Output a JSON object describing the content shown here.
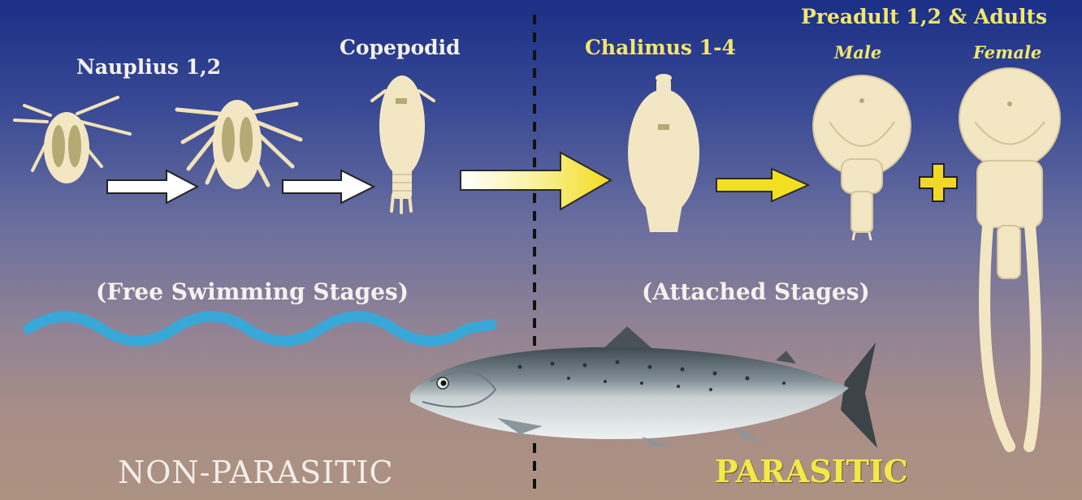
{
  "labels": {
    "nauplius": "Nauplius 1,2",
    "copepodid": "Copepodid",
    "chalimus": "Chalimus 1-4",
    "preadult": "Preadult 1,2 & Adults",
    "male": "Male",
    "female": "Female",
    "free_swimming": "(Free Swimming Stages)",
    "attached": "(Attached Stages)",
    "non_parasitic": "NON-PARASITIC",
    "parasitic": "PARASITIC"
  },
  "colors": {
    "label_white": "#f4f2ee",
    "label_yellow": "#f1e76b",
    "parasitic_yellow": "#f4e84a",
    "water_wave": "#38a8d8",
    "organism_fill": "#f3e6c2",
    "organism_mark": "#b5a974",
    "arrow_white": "#ffffff",
    "arrow_yellow": "#f2e020",
    "divider": "#111111"
  },
  "icons": {
    "wave": "water-wave",
    "host": "salmon-host"
  }
}
